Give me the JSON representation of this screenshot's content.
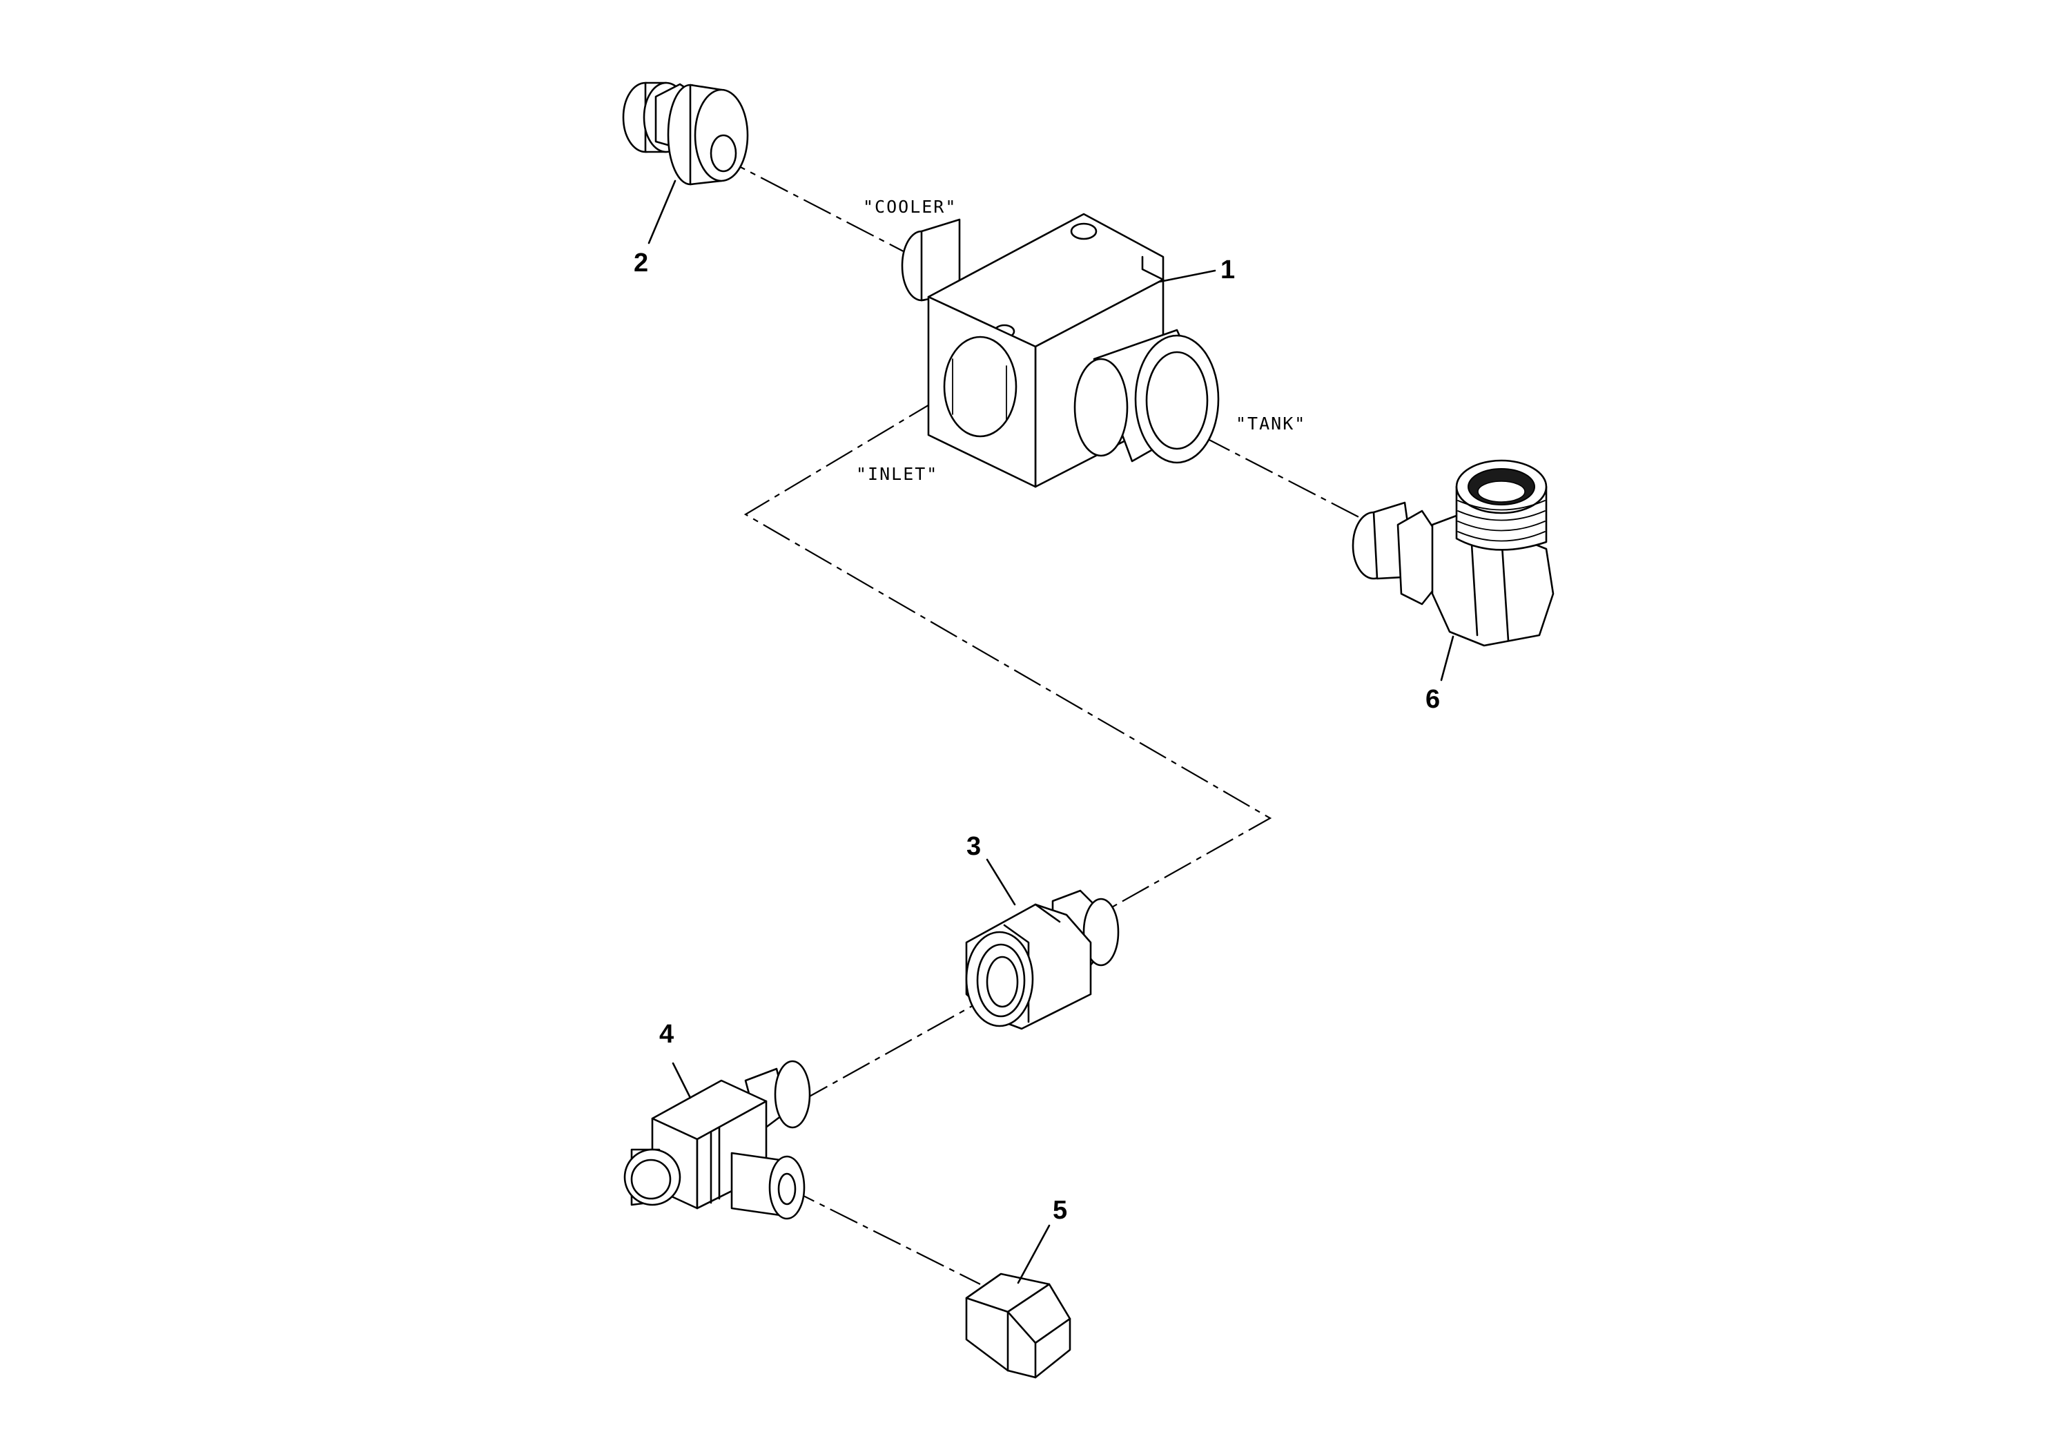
{
  "callouts": {
    "item_1": "1",
    "item_2": "2",
    "item_3": "3",
    "item_4": "4",
    "item_5": "5",
    "item_6": "6"
  },
  "port_labels": {
    "cooler": "\"COOLER\"",
    "tank": "\"TANK\"",
    "inlet": "\"INLET\""
  },
  "colors": {
    "line": "#000000",
    "background": "#ffffff"
  }
}
